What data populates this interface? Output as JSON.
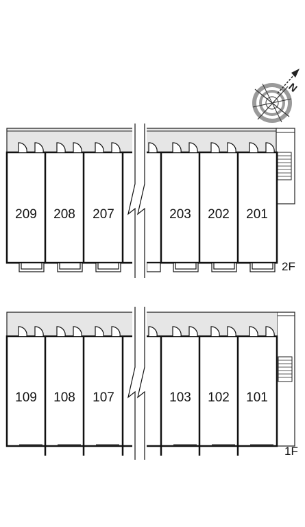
{
  "compass": {
    "north_label": "N",
    "icon": "compass-rose-icon"
  },
  "floors": [
    {
      "floor_label": "2F",
      "units": [
        "209",
        "208",
        "207",
        "203",
        "202",
        "201"
      ]
    },
    {
      "floor_label": "1F",
      "units": [
        "109",
        "108",
        "107",
        "103",
        "102",
        "101"
      ]
    }
  ],
  "colors": {
    "corridor": "#e6e6e6",
    "walls": "#111111",
    "background": "#ffffff",
    "compass_ring": "#9a9a9a"
  }
}
